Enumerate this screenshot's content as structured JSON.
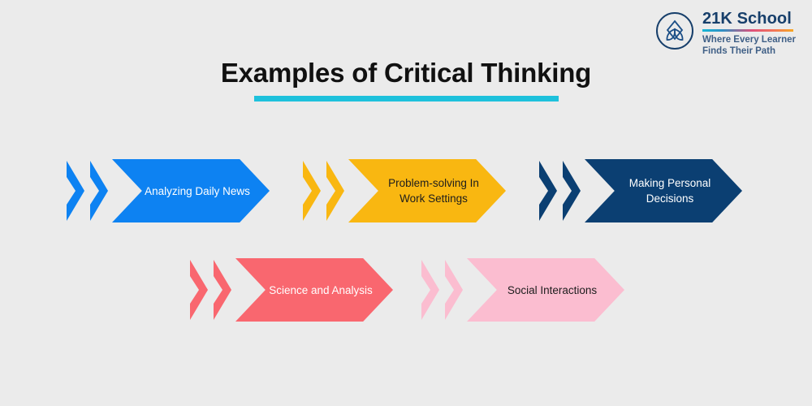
{
  "background_color": "#ebebeb",
  "brand": {
    "logo_icon": "lotus-circle-logo-icon",
    "name": "21K School",
    "tagline": "Where Every Learner\nFinds Their Path",
    "name_color": "#173f6b",
    "tagline_color": "#3f5f86",
    "rule_gradient": [
      "#16b8d6",
      "#e0527a",
      "#f6a723"
    ]
  },
  "header": {
    "title": "Examples of Critical Thinking",
    "title_color": "#111111",
    "underline_color": "#1ec1dc"
  },
  "diagram": {
    "type": "arrow-chevron-list",
    "rows": [
      {
        "items": [
          {
            "label": "Analyzing Daily News",
            "fill": "#0d82f2",
            "text_color": "#ffffff",
            "icon": "double-chevron-right-icon"
          },
          {
            "label": "Problem-solving In\nWork Settings",
            "fill": "#f9b711",
            "text_color": "#1d1d1d",
            "icon": "double-chevron-right-icon"
          },
          {
            "label": "Making Personal\nDecisions",
            "fill": "#0b3f72",
            "text_color": "#ffffff",
            "icon": "double-chevron-right-icon"
          }
        ]
      },
      {
        "items": [
          {
            "label": "Science and Analysis",
            "fill": "#f9676f",
            "text_color": "#ffffff",
            "icon": "double-chevron-right-icon"
          },
          {
            "label": "Social Interactions",
            "fill": "#fbbdd0",
            "text_color": "#1d1d1d",
            "icon": "double-chevron-right-icon"
          }
        ]
      }
    ]
  }
}
